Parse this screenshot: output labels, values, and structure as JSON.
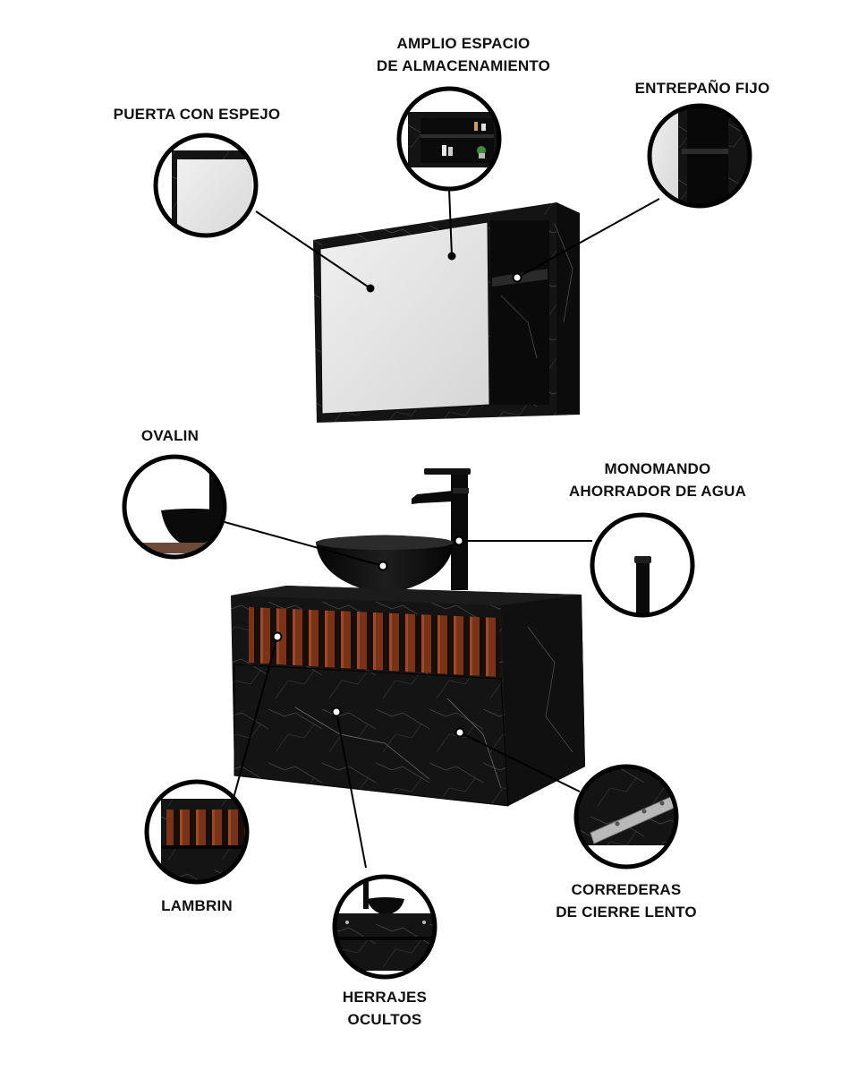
{
  "callouts": {
    "puerta_con_espejo": {
      "lines": [
        "PUERTA CON ESPEJO"
      ]
    },
    "amplio_espacio": {
      "lines": [
        "AMPLIO ESPACIO",
        "DE ALMACENAMIENTO"
      ]
    },
    "entrepano_fijo": {
      "lines": [
        "ENTREPAÑO FIJO"
      ]
    },
    "ovalin": {
      "lines": [
        "OVALIN"
      ]
    },
    "monomando": {
      "lines": [
        "MONOMANDO",
        "AHORRADOR DE AGUA"
      ]
    },
    "lambrin": {
      "lines": [
        "LAMBRIN"
      ]
    },
    "herrajes_ocultos": {
      "lines": [
        "HERRAJES",
        "OCULTOS"
      ]
    },
    "correderas": {
      "lines": [
        "CORREDERAS",
        "DE CIERRE LENTO"
      ]
    }
  },
  "colors": {
    "marble_black": "#151515",
    "marble_vein": "#5a5a5a",
    "mirror": "#e6e6e6",
    "wood_slat": "#7a3218",
    "outline": "#000000",
    "text": "#111111"
  }
}
